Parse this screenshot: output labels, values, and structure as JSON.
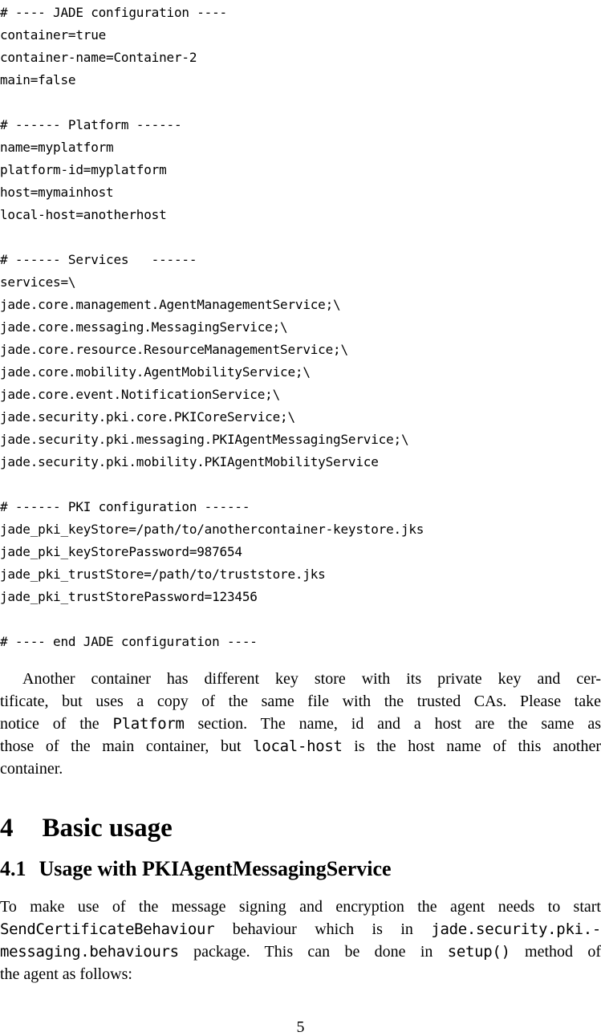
{
  "page": {
    "background": "#ffffff",
    "text_color": "#000000",
    "number": "5"
  },
  "code_block": {
    "lines": [
      "# ---- JADE configuration ----",
      "container=true",
      "container-name=Container-2",
      "main=false",
      "",
      "# ------ Platform ------",
      "name=myplatform",
      "platform-id=myplatform",
      "host=mymainhost",
      "local-host=anotherhost",
      "",
      "# ------ Services   ------",
      "services=\\",
      "jade.core.management.AgentManagementService;\\",
      "jade.core.messaging.MessagingService;\\",
      "jade.core.resource.ResourceManagementService;\\",
      "jade.core.mobility.AgentMobilityService;\\",
      "jade.core.event.NotificationService;\\",
      "jade.security.pki.core.PKICoreService;\\",
      "jade.security.pki.messaging.PKIAgentMessagingService;\\",
      "jade.security.pki.mobility.PKIAgentMobilityService",
      "",
      "# ------ PKI configuration ------",
      "jade_pki_keyStore=/path/to/anothercontainer-keystore.jks",
      "jade_pki_keyStorePassword=987654",
      "jade_pki_trustStore=/path/to/truststore.jks",
      "jade_pki_trustStorePassword=123456",
      "",
      "# ---- end JADE configuration ----"
    ]
  },
  "paragraph1": {
    "lines": [
      {
        "indent": true,
        "segments": [
          {
            "t": "Another container has different key store with its private key and cer-"
          }
        ]
      },
      {
        "segments": [
          {
            "t": "tificate, but uses a copy of the same file with the trusted CAs. Please take"
          }
        ]
      },
      {
        "segments": [
          {
            "t": "notice of the "
          },
          {
            "t": "Platform",
            "mono": true
          },
          {
            "t": " section. The name, id and a host are the same as"
          }
        ]
      },
      {
        "segments": [
          {
            "t": "those of the main container, but "
          },
          {
            "t": "local-host",
            "mono": true
          },
          {
            "t": " is the host name of this another"
          }
        ]
      },
      {
        "last": true,
        "segments": [
          {
            "t": "container."
          }
        ]
      }
    ]
  },
  "section": {
    "number": "4",
    "title": "Basic usage"
  },
  "subsection": {
    "number": "4.1",
    "title": "Usage with PKIAgentMessagingService"
  },
  "paragraph2": {
    "lines": [
      {
        "segments": [
          {
            "t": "To make use of the message signing and encryption the agent needs to start"
          }
        ]
      },
      {
        "segments": [
          {
            "t": "SendCertificateBehaviour",
            "mono": true
          },
          {
            "t": " behaviour which is in "
          },
          {
            "t": "jade.security.pki.-",
            "mono": true
          }
        ]
      },
      {
        "segments": [
          {
            "t": "messaging.behaviours",
            "mono": true
          },
          {
            "t": " package. This can be done in "
          },
          {
            "t": "setup()",
            "mono": true
          },
          {
            "t": " method of"
          }
        ]
      },
      {
        "last": true,
        "segments": [
          {
            "t": "the agent as follows:"
          }
        ]
      }
    ]
  }
}
